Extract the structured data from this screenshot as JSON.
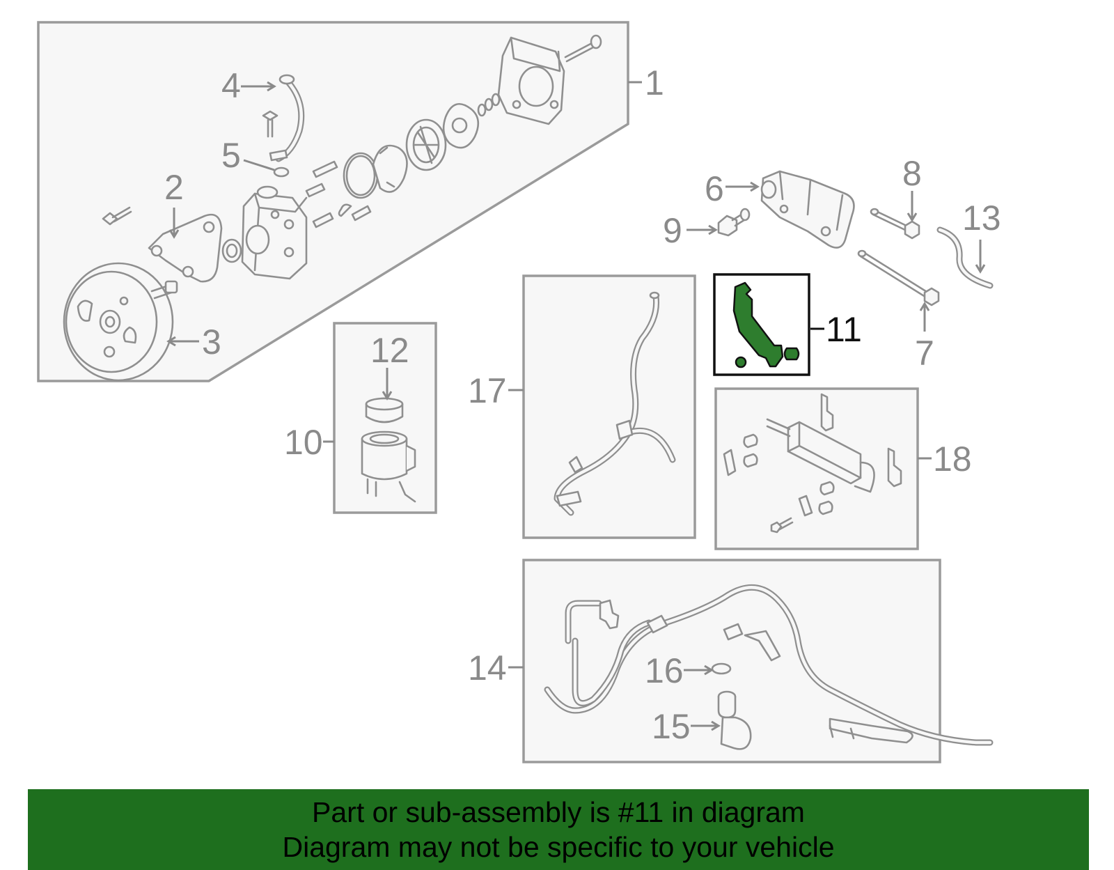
{
  "diagram": {
    "callouts": {
      "c1": "1",
      "c2": "2",
      "c3": "3",
      "c4": "4",
      "c5": "5",
      "c6": "6",
      "c7": "7",
      "c8": "8",
      "c9": "9",
      "c10": "10",
      "c11": "11",
      "c12": "12",
      "c13": "13",
      "c14": "14",
      "c15": "15",
      "c16": "16",
      "c17": "17",
      "c18": "18"
    },
    "highlighted_callout": "11",
    "colors": {
      "highlight": "#2e7d2e",
      "part_line": "#8f8f8f",
      "box_fill": "#f7f7f7"
    }
  },
  "banner": {
    "line1": "Part or sub-assembly is #11 in diagram",
    "line2": "Diagram may not be specific to your vehicle",
    "background": "#1e6f1e"
  }
}
